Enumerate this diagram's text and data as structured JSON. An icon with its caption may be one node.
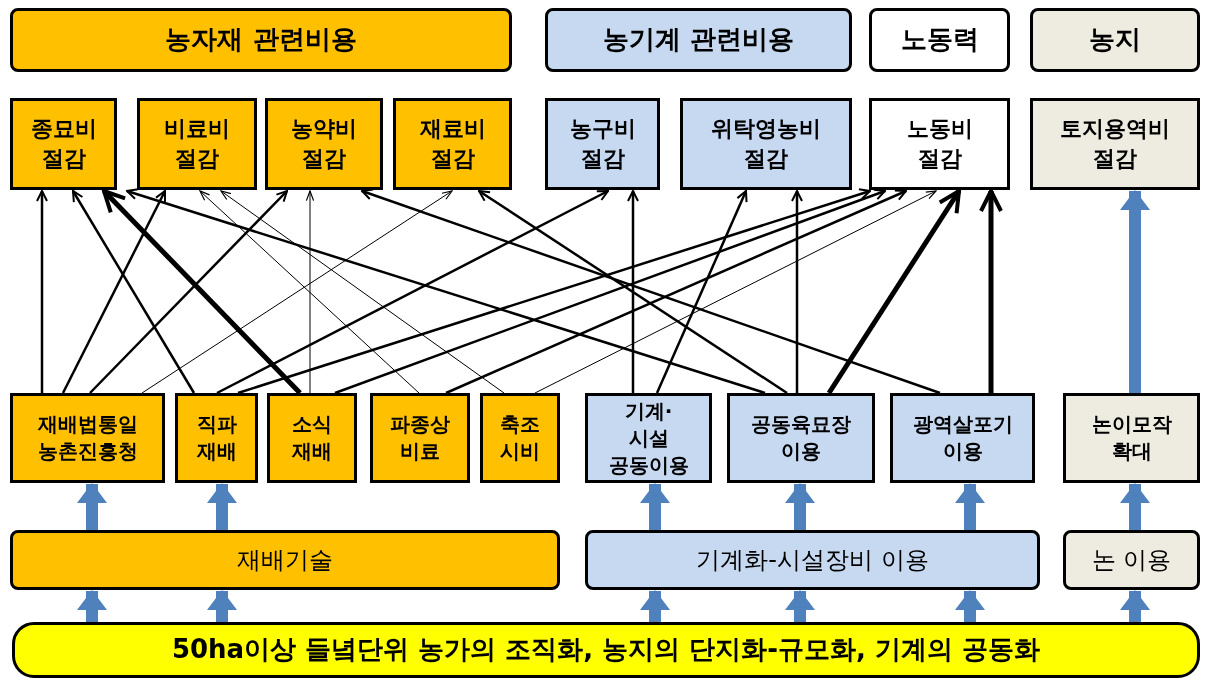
{
  "diagram": {
    "nodes": [
      {
        "text": [
          "농자재 관련비용"
        ]
      },
      {
        "text": [
          "농기계 관련비용"
        ]
      },
      {
        "text": [
          "노동력"
        ]
      },
      {
        "text": [
          "농지"
        ]
      },
      {
        "text": [
          "종묘비 절감"
        ]
      },
      {
        "text": [
          "비료비 절감"
        ]
      },
      {
        "text": [
          "농약비 절감"
        ]
      },
      {
        "text": [
          "재료비 절감"
        ]
      },
      {
        "text": [
          "농구비 절감"
        ]
      },
      {
        "text": [
          "위탁영농비 절감"
        ]
      },
      {
        "text": [
          "노동비 절감"
        ]
      },
      {
        "text": [
          "토지용역비 절감"
        ]
      },
      {
        "text": [
          "재배법통일 농촌진흥청"
        ]
      },
      {
        "text": [
          "직파 재배"
        ]
      },
      {
        "text": [
          "소식 재배"
        ]
      },
      {
        "text": [
          "파종상 비료"
        ]
      },
      {
        "text": [
          "축조 시비"
        ]
      },
      {
        "text": [
          "기계·시설 공동이용"
        ]
      },
      {
        "text": [
          "공동육묘장 이용"
        ]
      },
      {
        "text": [
          "광역살포기 이용"
        ]
      },
      {
        "text": [
          "논이모작 확대"
        ]
      },
      {
        "text": [
          "재배기술"
        ]
      },
      {
        "text": [
          "기계화-시설장비 이용"
        ]
      },
      {
        "text": [
          "논 이용"
        ]
      },
      {
        "text": [
          "50ha이상 들녘단위 농가의 조직화, 농지의 단지화-규모화, 기계의 공동화"
        ]
      }
    ],
    "edges": [
      {
        "from": 12,
        "to": 4,
        "arrow": "to"
      },
      {
        "from": 13,
        "to": 4,
        "arrow": "to"
      },
      {
        "from": 14,
        "to": 4,
        "arrow": "to",
        "style": "thick"
      },
      {
        "from": 12,
        "to": 5,
        "arrow": "to"
      },
      {
        "from": 12,
        "to": 6,
        "arrow": "to"
      },
      {
        "from": 12,
        "to": 7,
        "arrow": "to"
      },
      {
        "from": 18,
        "to": 4,
        "arrow": "to"
      },
      {
        "from": 15,
        "to": 5,
        "arrow": "to"
      },
      {
        "from": 16,
        "to": 5,
        "arrow": "to"
      },
      {
        "from": 14,
        "to": 6,
        "arrow": "to"
      },
      {
        "from": 19,
        "to": 6,
        "arrow": "to"
      },
      {
        "from": 18,
        "to": 7,
        "arrow": "to"
      },
      {
        "from": 13,
        "to": 8,
        "arrow": "to"
      },
      {
        "from": 17,
        "to": 8,
        "arrow": "to"
      },
      {
        "from": 17,
        "to": 9,
        "arrow": "to"
      },
      {
        "from": 18,
        "to": 9,
        "arrow": "to"
      },
      {
        "from": 13,
        "to": 10,
        "arrow": "to"
      },
      {
        "from": 14,
        "to": 10,
        "arrow": "to"
      },
      {
        "from": 15,
        "to": 10,
        "arrow": "to"
      },
      {
        "from": 16,
        "to": 10,
        "arrow": "to"
      },
      {
        "from": 18,
        "to": 10,
        "arrow": "to",
        "style": "thick"
      },
      {
        "from": 19,
        "to": 10,
        "arrow": "to",
        "style": "thick"
      },
      {
        "from": 20,
        "to": 11,
        "arrow": "to",
        "style": "thick",
        "color": "#4f81bd"
      },
      {
        "from": 21,
        "to": 12,
        "arrow": "to",
        "style": "thick",
        "color": "#4f81bd"
      },
      {
        "from": 21,
        "to": 13,
        "arrow": "to",
        "style": "thick",
        "color": "#4f81bd"
      },
      {
        "from": 22,
        "to": 17,
        "arrow": "to",
        "style": "thick",
        "color": "#4f81bd"
      },
      {
        "from": 22,
        "to": 18,
        "arrow": "to",
        "style": "thick",
        "color": "#4f81bd"
      },
      {
        "from": 22,
        "to": 19,
        "arrow": "to",
        "style": "thick",
        "color": "#4f81bd"
      },
      {
        "from": 23,
        "to": 20,
        "arrow": "to",
        "style": "thick",
        "color": "#4f81bd"
      },
      {
        "from": 24,
        "to": 21,
        "arrow": "to",
        "style": "thick",
        "color": "#4f81bd"
      },
      {
        "from": 24,
        "to": 21,
        "arrow": "to",
        "style": "thick",
        "color": "#4f81bd"
      },
      {
        "from": 24,
        "to": 22,
        "arrow": "to",
        "style": "thick",
        "color": "#4f81bd"
      },
      {
        "from": 24,
        "to": 22,
        "arrow": "to",
        "style": "thick",
        "color": "#4f81bd"
      },
      {
        "from": 24,
        "to": 22,
        "arrow": "to",
        "style": "thick",
        "color": "#4f81bd"
      },
      {
        "from": 24,
        "to": 23,
        "arrow": "to",
        "style": "thick",
        "color": "#4f81bd"
      }
    ]
  }
}
